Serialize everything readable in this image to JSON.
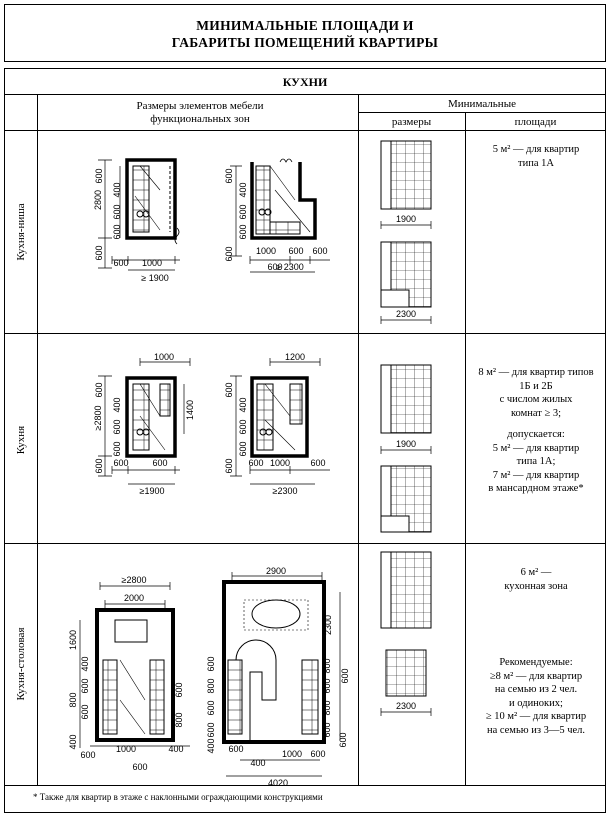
{
  "title": {
    "line1": "МИНИМАЛЬНЫЕ ПЛОЩАДИ И",
    "line2": "ГАБАРИТЫ ПОМЕЩЕНИЙ КВАРТИРЫ"
  },
  "table": {
    "section": "КУХНИ",
    "header": {
      "furniture": "Размеры элементов мебели функциональных зон",
      "minimal": "Минимальные",
      "sizes": "размеры",
      "areas": "площади"
    },
    "rows": [
      {
        "label": "Кухня-ниша",
        "size_labels": [
          "1900",
          "2300"
        ],
        "area_lines": [
          "5 м² — для квартир",
          "типа 1А"
        ],
        "plan1": {
          "v": [
            "2800",
            "400",
            "600",
            "600",
            "600",
            "600"
          ],
          "h": [
            "600",
            "1000",
            "≥ 1900"
          ]
        },
        "plan2": {
          "v": [
            "600",
            "400",
            "600",
            "600",
            "600"
          ],
          "h": [
            "1000",
            "600",
            "600",
            "600",
            "≥ 2300"
          ]
        }
      },
      {
        "label": "Кухня",
        "size_labels": [
          "1900"
        ],
        "area_lines": [
          "8 м² — для квартир типов",
          "1Б и 2Б",
          "с числом жилых",
          "комнат ≥ 3;",
          "",
          "допускается:",
          "5 м² — для квартир",
          "типа 1А;",
          "7 м² — для квартир",
          "в мансардном этаже*"
        ],
        "plan1": {
          "top": "1000",
          "v": [
            "≥2800",
            "600",
            "400",
            "600",
            "600",
            "600",
            "1400"
          ],
          "h": [
            "600",
            "600",
            "≥1900"
          ]
        },
        "plan2": {
          "top": "1200",
          "v": [
            "600",
            "400",
            "600",
            "600",
            "600"
          ],
          "h": [
            "600",
            "1000",
            "600",
            "≥2300"
          ]
        }
      },
      {
        "label": "Кухня-столовая",
        "size_labels": [
          "2300"
        ],
        "area_top": [
          "6 м² —",
          "кухонная зона"
        ],
        "area_bottom": [
          "Рекомендуемые:",
          "≥8 м² — для квартир",
          "на семью из 2 чел.",
          "и одиноких;",
          "≥ 10 м² — для квартир",
          "на семью из 3—5 чел."
        ],
        "plan1": {
          "top1": "≥2800",
          "top2": "2000",
          "v": [
            "1600",
            "400",
            "600",
            "800",
            "600",
            "600",
            "800",
            "400"
          ],
          "h": [
            "600",
            "1000",
            "400",
            "600"
          ]
        },
        "plan2": {
          "top": "2900",
          "v": [
            "2300",
            "600",
            "800",
            "600",
            "600",
            "800",
            "400",
            "600",
            "800",
            "600",
            "600",
            "600"
          ],
          "h": [
            "600",
            "400",
            "1000",
            "600",
            "4020"
          ]
        }
      }
    ]
  },
  "footnote": "* Также для квартир в этаже с наклонными ограждающими конструкциями"
}
